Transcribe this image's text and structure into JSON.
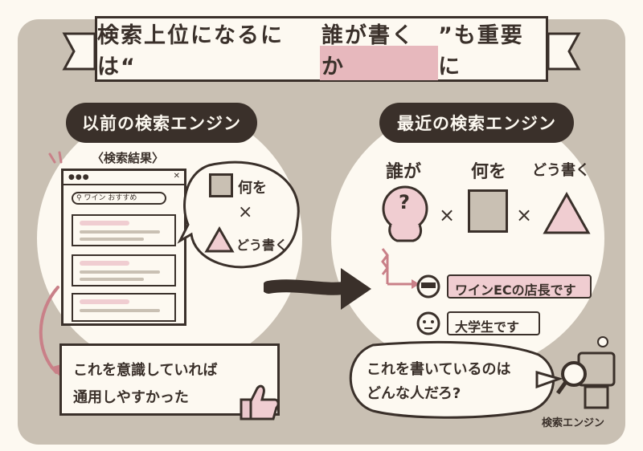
{
  "title": {
    "prefix": "検索上位になるには“",
    "highlight": "誰が書くか",
    "suffix": "”も重要に"
  },
  "left_panel": {
    "header": "以前の検索エンジン",
    "results_label": "〈検索結果〉",
    "search_query": "ワイン おすすめ",
    "bubble": {
      "what": "何を",
      "times": "×",
      "how": "どう書く"
    },
    "callout": {
      "line1": "これを意識していれば",
      "line2": "通用しやすかった"
    }
  },
  "right_panel": {
    "header": "最近の検索エンジン",
    "who": "誰が",
    "what": "何を",
    "how": "どう書く",
    "question": "?",
    "times": "×",
    "authors": [
      "ワインECの店長です",
      "大学生です"
    ],
    "engine_bubble": {
      "line1": "これを書いているのは",
      "line2": "どんな人だろ?"
    },
    "engine_label": "検索エンジン"
  },
  "colors": {
    "ink": "#3a302a",
    "paper": "#fdf9f1",
    "beige": "#c9c0b3",
    "pink": "#f0cdd1",
    "accent": "#c98088"
  }
}
